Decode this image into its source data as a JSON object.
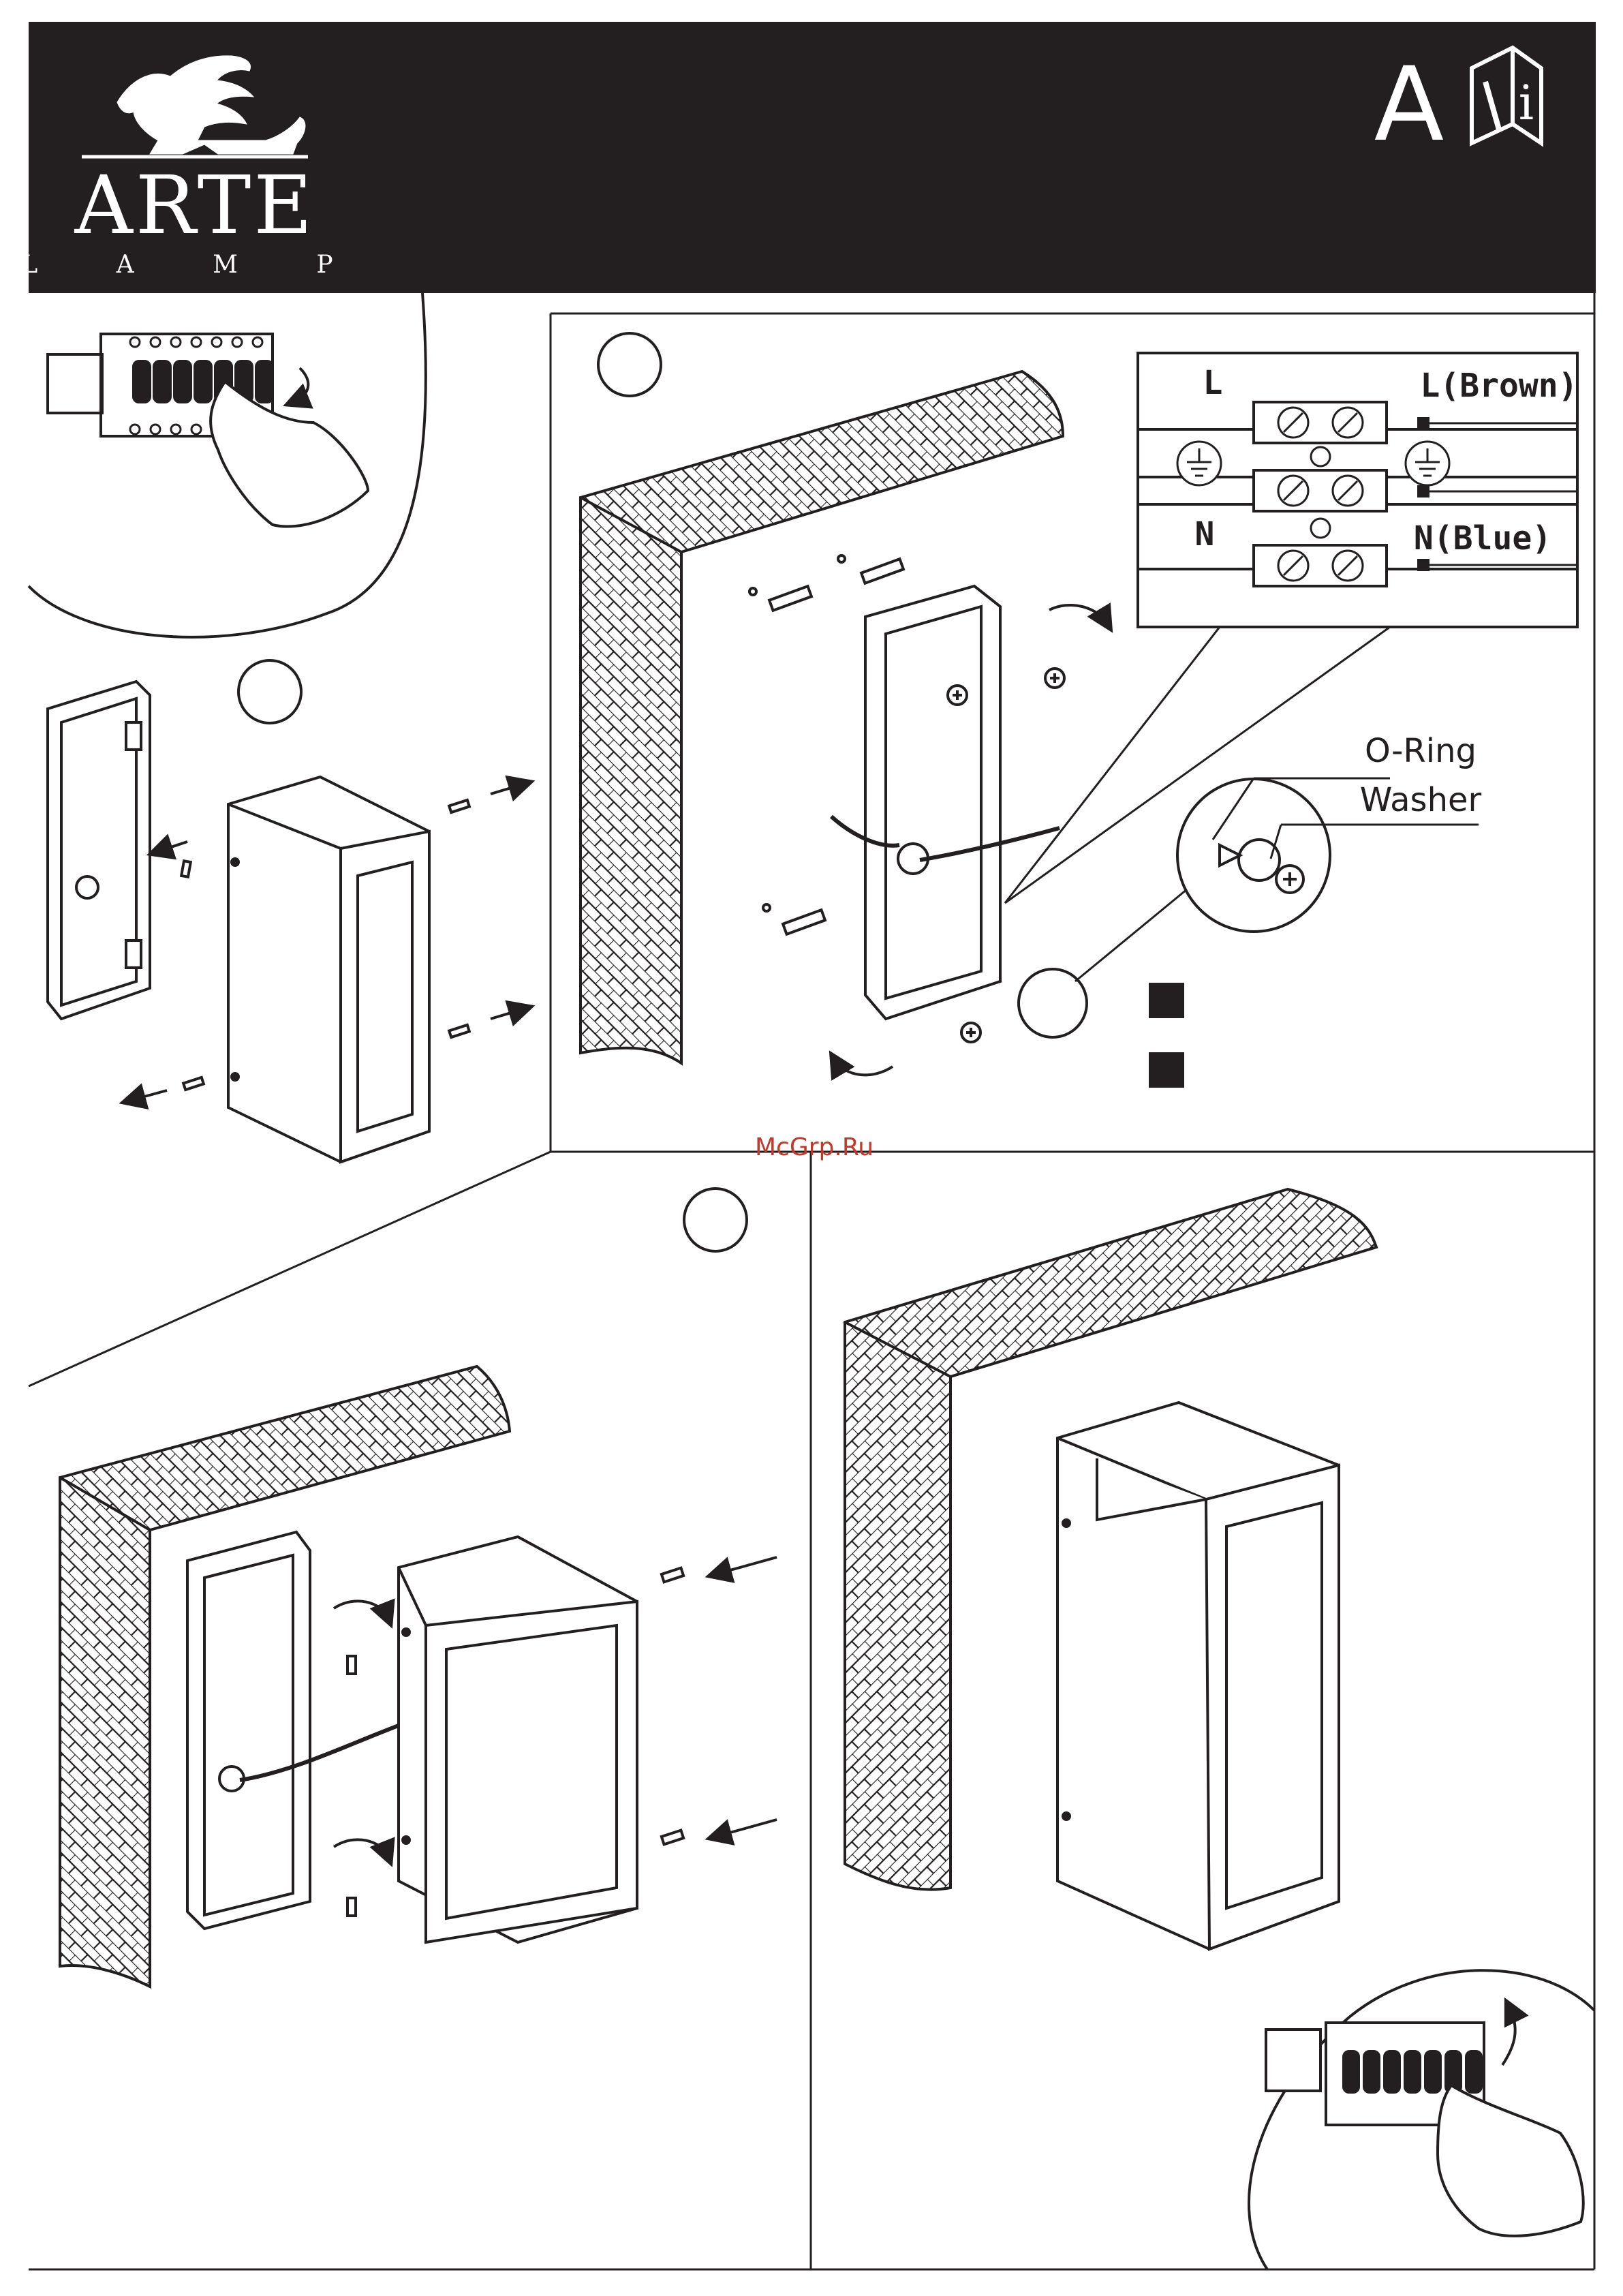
{
  "header": {
    "brand_name": "ARTE",
    "brand_sub": "L A M P",
    "section_letter": "A"
  },
  "wiring_diagram": {
    "labels": {
      "line_left": "L",
      "line_right": "L(Brown)",
      "neutral_left": "N",
      "neutral_right": "N(Blue)"
    }
  },
  "callout": {
    "o_ring": "O-Ring",
    "washer": "Washer"
  },
  "watermark": "McGrp.Ru",
  "colors": {
    "header_bg": "#231f20",
    "header_fg": "#ffffff",
    "line": "#231f20",
    "watermark": "#c0392b"
  }
}
